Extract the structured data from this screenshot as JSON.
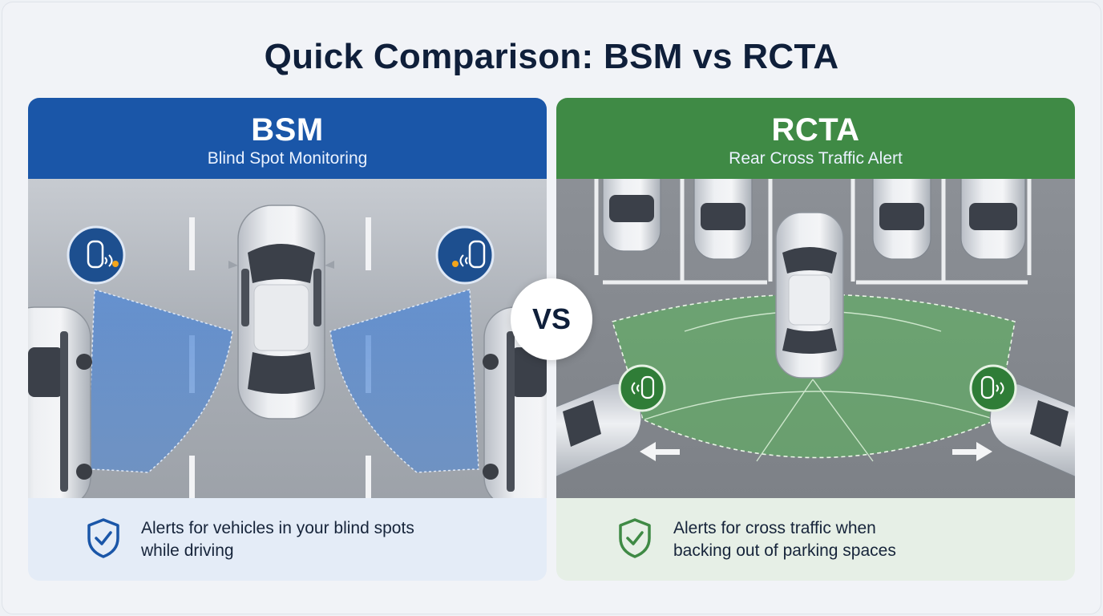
{
  "title": "Quick Comparison: BSM vs RCTA",
  "vs_label": "VS",
  "bsm": {
    "abbr": "BSM",
    "full_name": "Blind Spot Monitoring",
    "description_line1": "Alerts for vehicles in your blind spots",
    "description_line2": "while driving",
    "color": "#1a56a8"
  },
  "rcta": {
    "abbr": "RCTA",
    "full_name": "Rear Cross Traffic Alert",
    "description_line1": "Alerts for cross traffic when",
    "description_line2": "backing out of parking spaces",
    "color": "#3f8a45"
  },
  "icons": [
    "shield-check-icon",
    "sensor-car-icon",
    "arrow-left-icon",
    "arrow-right-icon"
  ]
}
